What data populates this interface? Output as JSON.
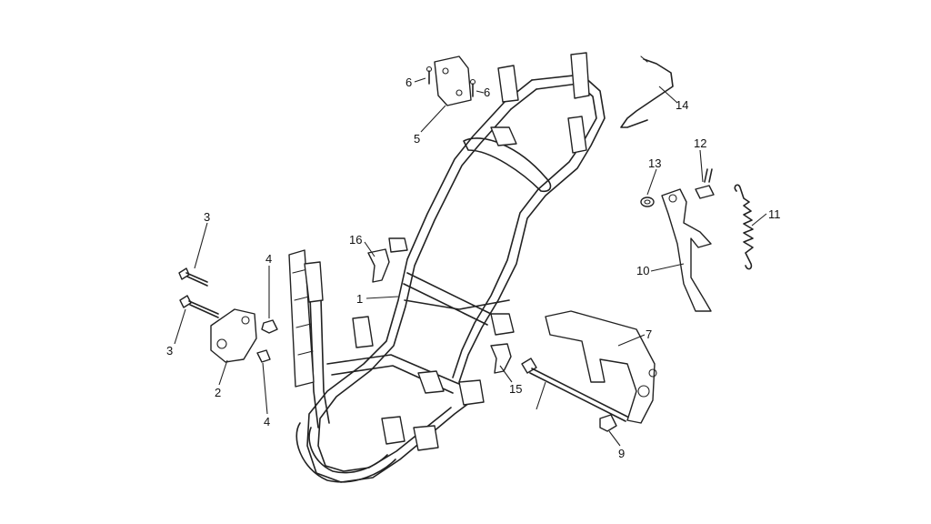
{
  "callouts": [
    {
      "id": "c1",
      "label": "1"
    },
    {
      "id": "c2",
      "label": "2"
    },
    {
      "id": "c3a",
      "label": "3"
    },
    {
      "id": "c3b",
      "label": "3"
    },
    {
      "id": "c4a",
      "label": "4"
    },
    {
      "id": "c4b",
      "label": "4"
    },
    {
      "id": "c5",
      "label": "5"
    },
    {
      "id": "c6a",
      "label": "6"
    },
    {
      "id": "c6b",
      "label": "6"
    },
    {
      "id": "c7",
      "label": "7"
    },
    {
      "id": "c9",
      "label": "9"
    },
    {
      "id": "c10",
      "label": "10"
    },
    {
      "id": "c11",
      "label": "11"
    },
    {
      "id": "c12",
      "label": "12"
    },
    {
      "id": "c13",
      "label": "13"
    },
    {
      "id": "c14",
      "label": "14"
    },
    {
      "id": "c15",
      "label": "15"
    },
    {
      "id": "c16",
      "label": "16"
    }
  ]
}
